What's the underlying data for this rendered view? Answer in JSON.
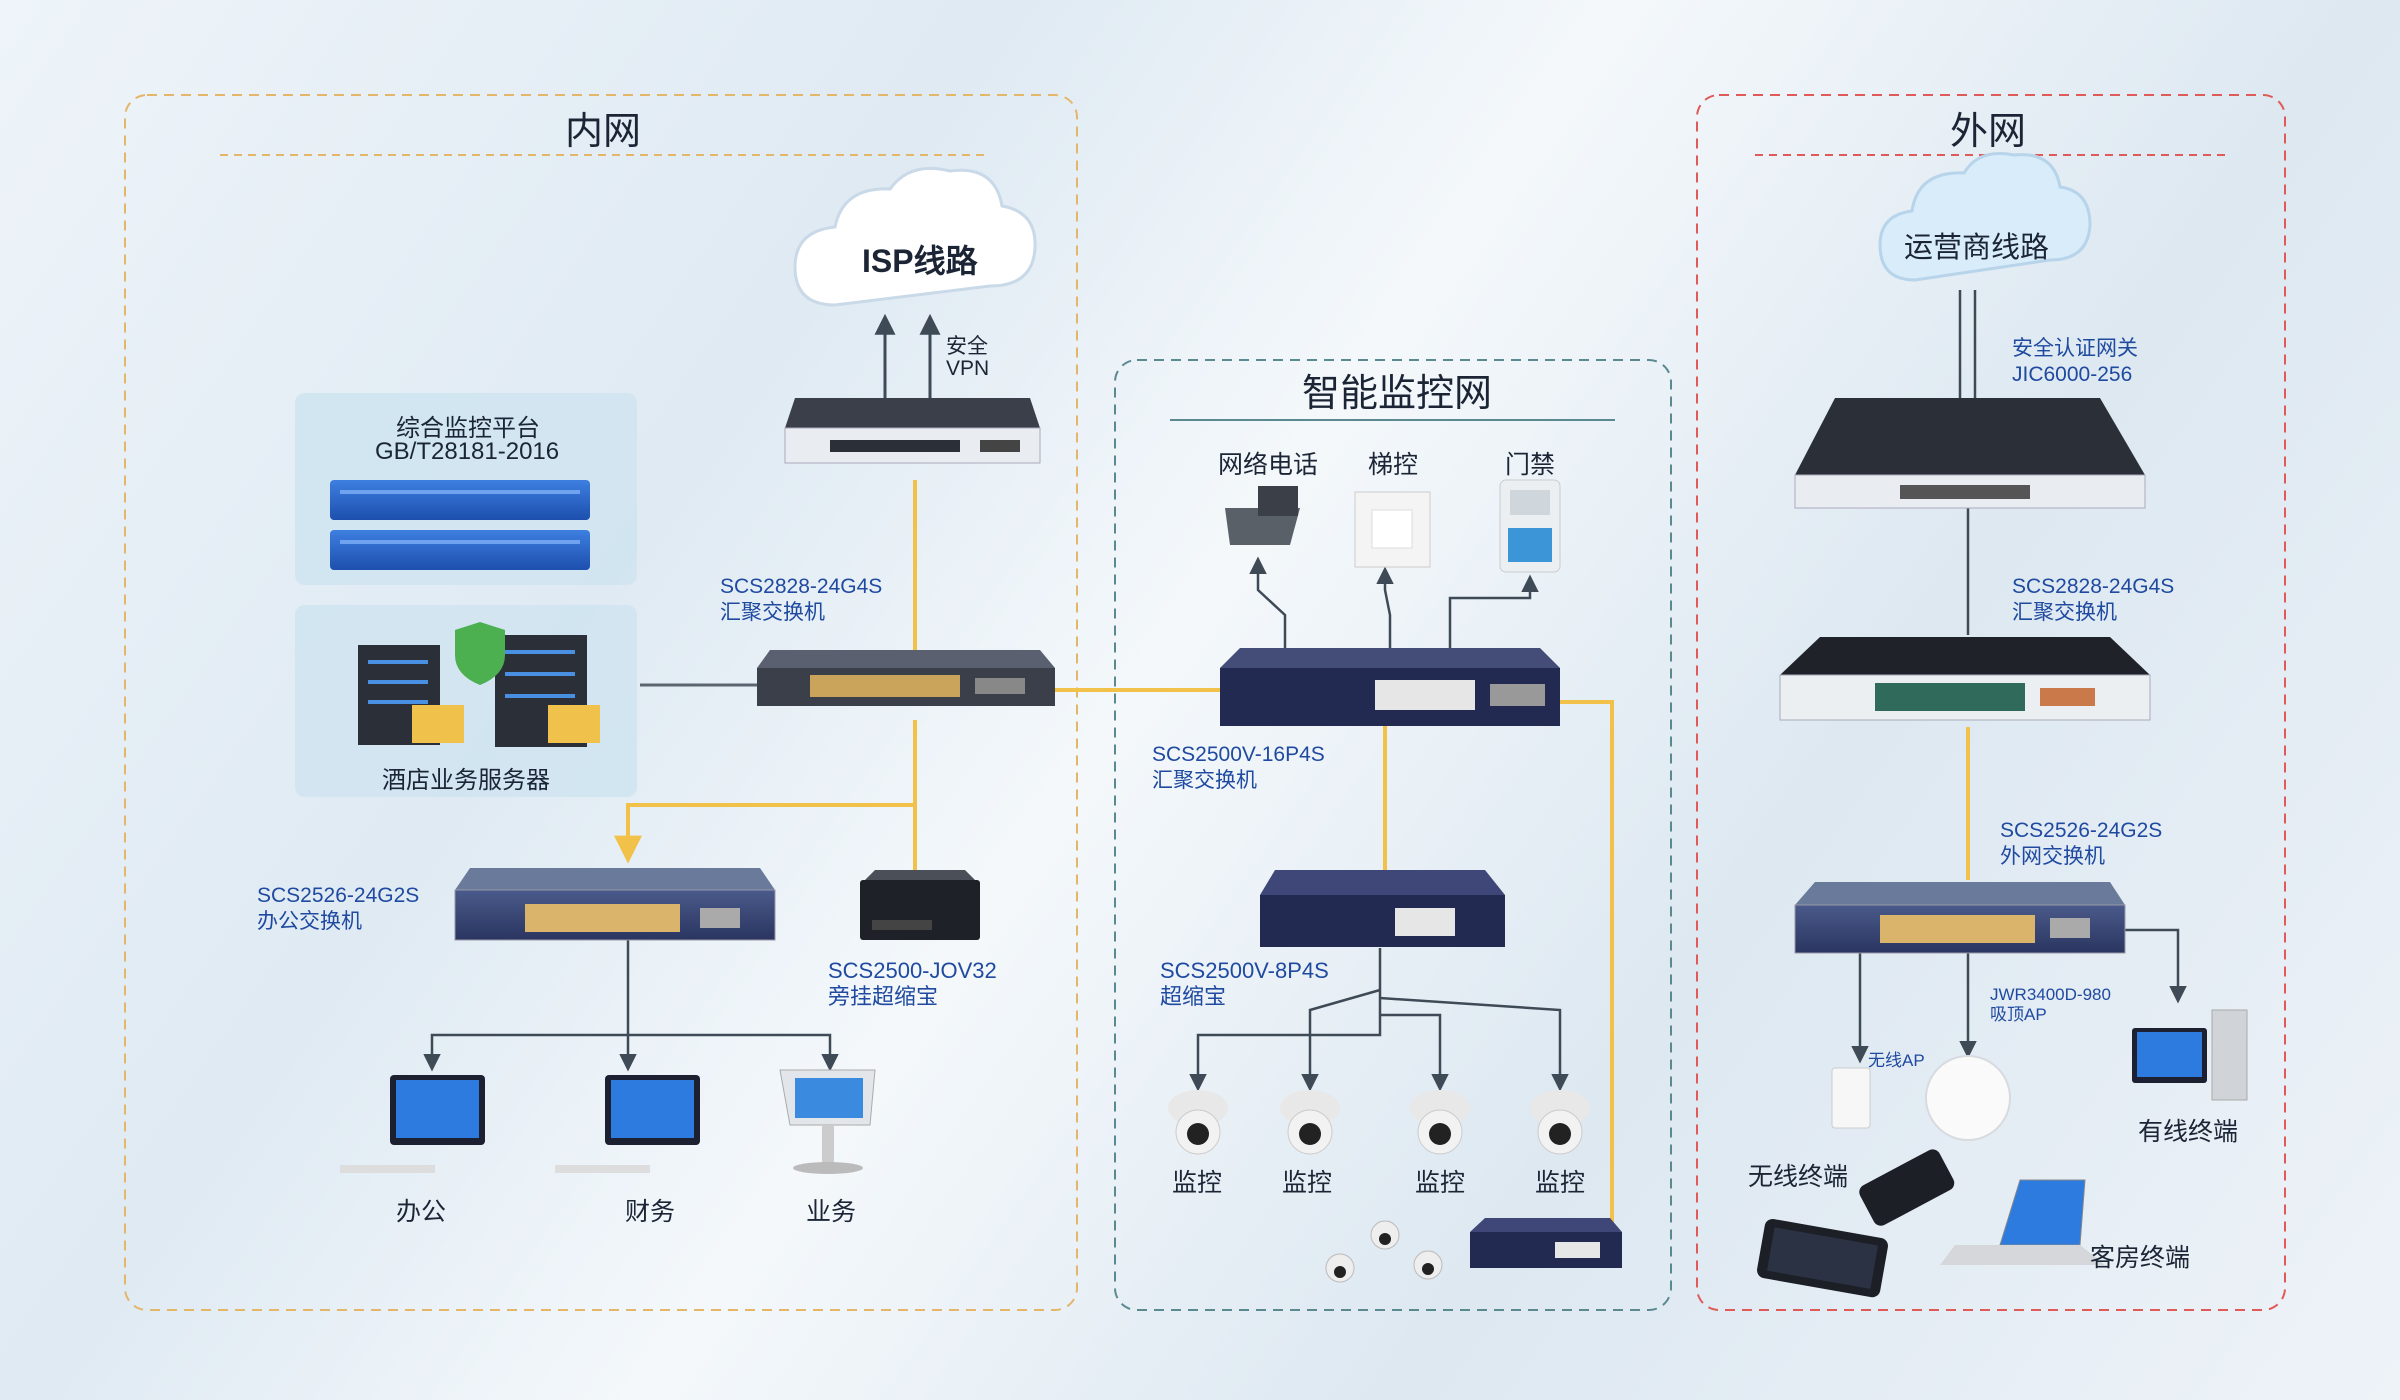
{
  "colors": {
    "link": "#f2c14a",
    "arrow": "#3f4a57",
    "device_label": "#1f4aa0",
    "zone_inner": "#e4b66a",
    "zone_monitor": "#5a8a90",
    "zone_outer": "#e05a5a"
  },
  "zones": {
    "inner": {
      "title": "内网"
    },
    "monitor": {
      "title": "智能监控网"
    },
    "outer": {
      "title": "外网"
    }
  },
  "inner": {
    "isp_cloud": "ISP线路",
    "vpn_label": [
      "安全",
      "VPN"
    ],
    "platform": {
      "line1": "综合监控平台",
      "line2": "GB/T28181-2016"
    },
    "servers_label": "酒店业务服务器",
    "core_switch": {
      "model": "SCS2828-24G4S",
      "role": "汇聚交换机"
    },
    "office_switch": {
      "model": "SCS2526-24G2S",
      "role": "办公交换机"
    },
    "bypass": {
      "model": "SCS2500-JOV32",
      "role": "旁挂超缩宝"
    },
    "terminals": [
      "办公",
      "财务",
      "业务"
    ]
  },
  "monitor": {
    "devices": [
      "网络电话",
      "梯控",
      "门禁"
    ],
    "agg_switch": {
      "model": "SCS2500V-16P4S",
      "role": "汇聚交换机"
    },
    "poe_switch": {
      "model": "SCS2500V-8P4S",
      "role": "超缩宝"
    },
    "cameras": [
      "监控",
      "监控",
      "监控",
      "监控"
    ]
  },
  "outer": {
    "cloud": "运营商线路",
    "gateway": {
      "role": "安全认证网关",
      "model": "JIC6000-256"
    },
    "agg_switch": {
      "model": "SCS2828-24G4S",
      "role": "汇聚交换机"
    },
    "edge_switch": {
      "model": "SCS2526-24G2S",
      "role": "外网交换机"
    },
    "ap_ceiling": {
      "model": "JWR3400D-980",
      "role": "吸顶AP"
    },
    "ap_wall": "无线AP",
    "wired": "有线终端",
    "wireless": "无线终端",
    "guest": "客房终端"
  }
}
